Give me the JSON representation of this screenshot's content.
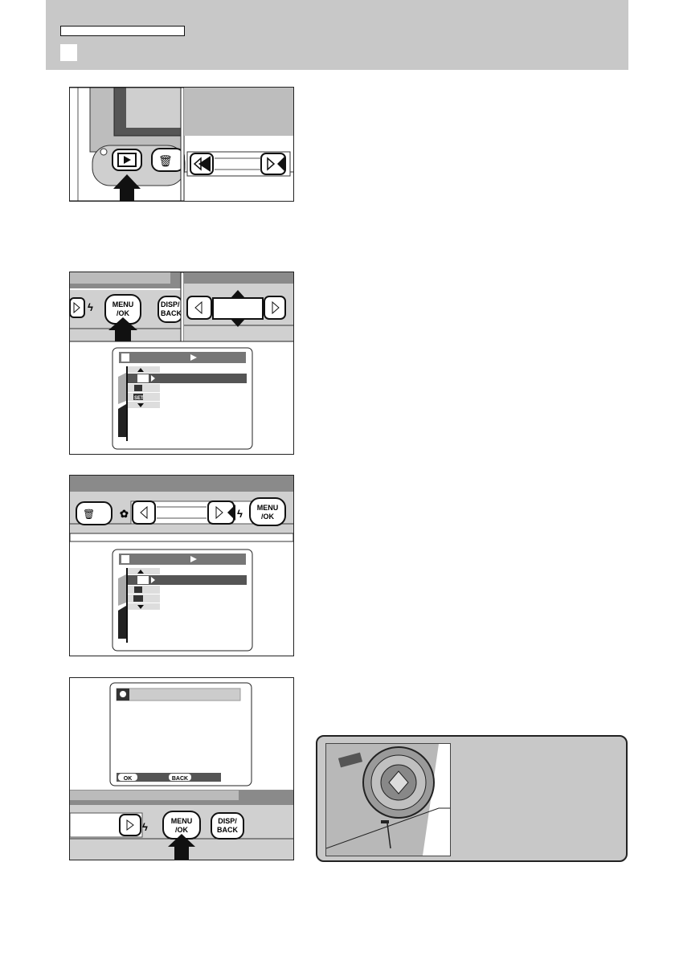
{
  "header": {
    "section_label": "",
    "band_color": "#c8c8c8"
  },
  "figure1": {
    "play_icon": "play-button-icon",
    "trash_icon": "trash-brightness-icon"
  },
  "figure2": {
    "menu_button": {
      "line1": "MENU",
      "line2": "/OK"
    },
    "disp_button": {
      "line1": "DISP/",
      "line2": "BACK"
    }
  },
  "menu_screen": {
    "set_icon_label": "SET"
  },
  "figure3": {
    "menu_button": {
      "line1": "MENU",
      "line2": "/OK"
    }
  },
  "figure4": {
    "dialog": {
      "ok_label": "OK",
      "back_label": "BACK"
    },
    "menu_button": {
      "line1": "MENU",
      "line2": "/OK"
    },
    "disp_button": {
      "line1": "DISP/",
      "line2": "BACK"
    }
  },
  "note": {
    "box_color": "#c8c8c8"
  }
}
